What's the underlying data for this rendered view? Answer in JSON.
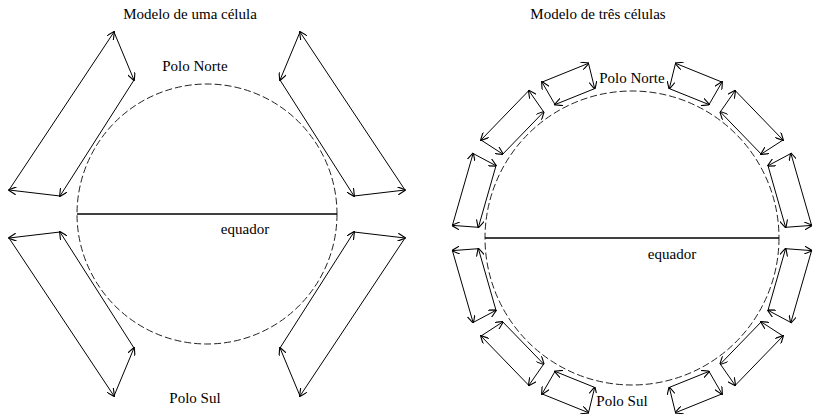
{
  "diagram": {
    "labels": [
      "Modelo de uma célula",
      "Modelo de três células",
      "Polo Norte",
      "Polo Norte",
      "equador",
      "equador",
      "Polo Sul",
      "Polo Sul"
    ]
  }
}
